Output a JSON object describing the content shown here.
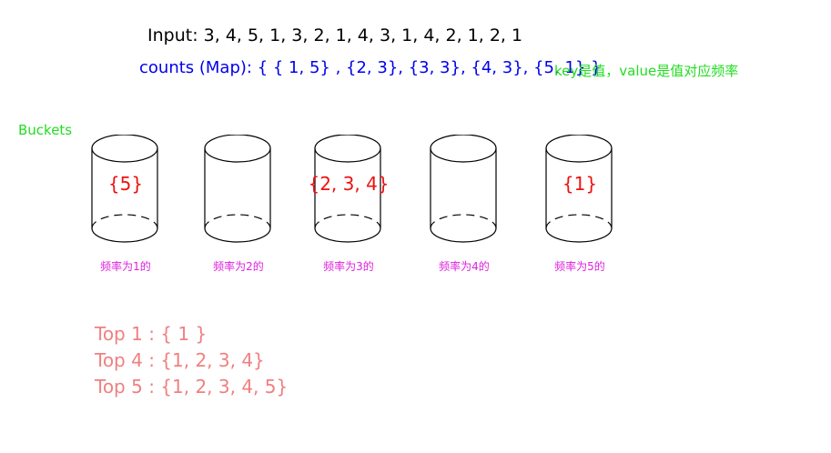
{
  "input_text": "Input:  3,  4,  5,  1,  3,  2,  1,  4,  3,  1,  4,  2,  1,  2,  1",
  "counts_text": "counts (Map):  { { 1, 5} , {2, 3}, {3,  3}, {4, 3}, {5, 1} }",
  "counts_note": "key是值，value是值对应频率",
  "buckets_label": "Buckets",
  "buckets": [
    {
      "content": "{5}",
      "caption": "频率为1的"
    },
    {
      "content": "",
      "caption": "频率为2的"
    },
    {
      "content": "{2, 3, 4}",
      "caption": "频率为3的"
    },
    {
      "content": "",
      "caption": "频率为4的"
    },
    {
      "content": "{1}",
      "caption": "频率为5的"
    }
  ],
  "top_results": [
    "Top 1  :   { 1 }",
    "Top 4  :   {1, 2, 3, 4}",
    "Top 5  :   {1, 2, 3, 4, 5}"
  ],
  "colors": {
    "input": "#000000",
    "counts": "#0000ee",
    "note": "#22dd22",
    "bucket_content": "#ee1111",
    "bucket_caption": "#dd22dd",
    "top_results": "#f08080"
  }
}
